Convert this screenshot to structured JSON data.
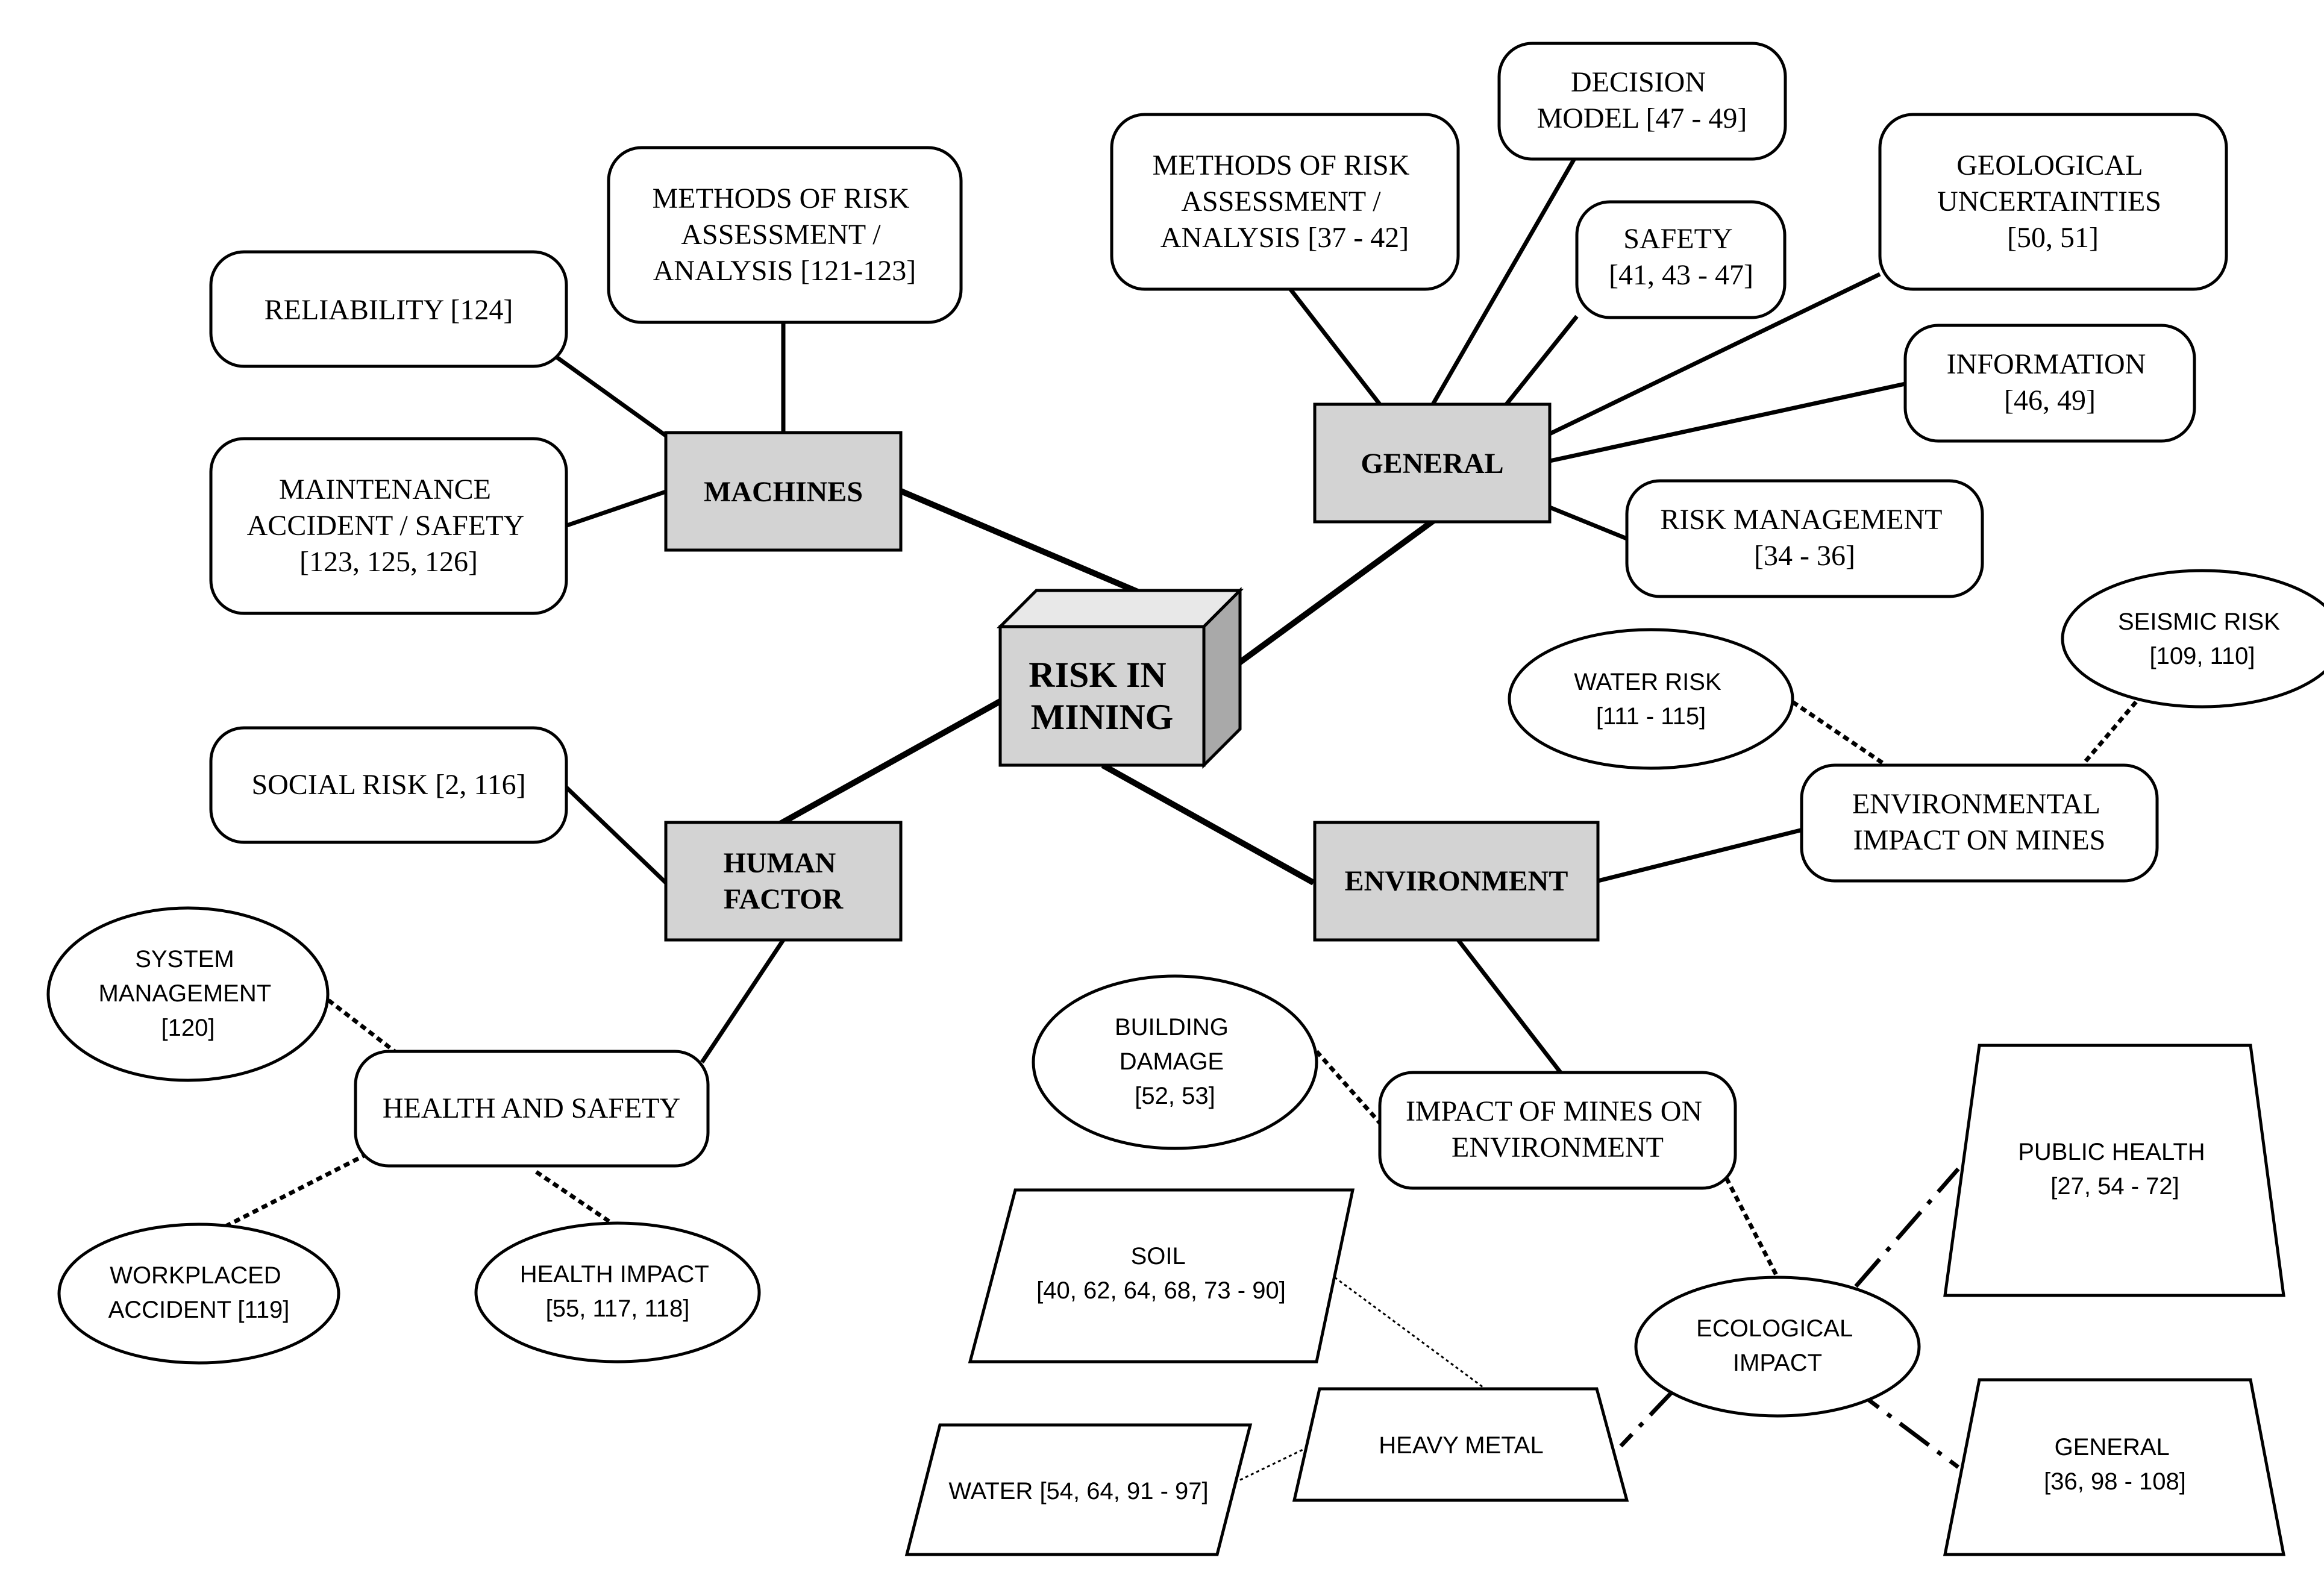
{
  "center": {
    "label_lines": [
      "RISK IN",
      "MINING"
    ]
  },
  "categories": {
    "machines": {
      "label_lines": [
        "MACHINES"
      ]
    },
    "general": {
      "label_lines": [
        "GENERAL"
      ]
    },
    "human": {
      "label_lines": [
        "HUMAN",
        "FACTOR"
      ]
    },
    "environment": {
      "label_lines": [
        "ENVIRONMENT"
      ]
    }
  },
  "nodes": {
    "machines_methods": {
      "label_lines": [
        "METHODS OF RISK",
        "ASSESSMENT /",
        "ANALYSIS [121-123]"
      ]
    },
    "reliability": {
      "label_lines": [
        "RELIABILITY [124]"
      ]
    },
    "maintenance": {
      "label_lines": [
        "MAINTENANCE",
        "ACCIDENT / SAFETY",
        "[123, 125, 126]"
      ]
    },
    "general_methods": {
      "label_lines": [
        "METHODS OF RISK",
        "ASSESSMENT /",
        "ANALYSIS [37 - 42]"
      ]
    },
    "decision_model": {
      "label_lines": [
        "DECISION",
        "MODEL [47 - 49]"
      ]
    },
    "safety": {
      "label_lines": [
        "SAFETY",
        "[41, 43 - 47]"
      ]
    },
    "geological": {
      "label_lines": [
        "GEOLOGICAL",
        "UNCERTAINTIES",
        "[50, 51]"
      ]
    },
    "information": {
      "label_lines": [
        "INFORMATION",
        "[46, 49]"
      ]
    },
    "risk_management": {
      "label_lines": [
        "RISK MANAGEMENT",
        "[34 - 36]"
      ]
    },
    "social_risk": {
      "label_lines": [
        "SOCIAL RISK [2, 116]"
      ]
    },
    "health_safety": {
      "label_lines": [
        "HEALTH AND SAFETY"
      ]
    },
    "system_management": {
      "label_lines": [
        "SYSTEM",
        "MANAGEMENT",
        "[120]"
      ]
    },
    "workplace_accident": {
      "label_lines": [
        "WORKPLACED",
        "ACCIDENT [119]"
      ]
    },
    "health_impact": {
      "label_lines": [
        "HEALTH IMPACT",
        "[55, 117, 118]"
      ]
    },
    "env_impact_mines": {
      "label_lines": [
        "ENVIRONMENTAL",
        "IMPACT ON MINES"
      ]
    },
    "water_risk": {
      "label_lines": [
        "WATER RISK",
        "[111 - 115]"
      ]
    },
    "seismic_risk": {
      "label_lines": [
        "SEISMIC RISK",
        "[109, 110]"
      ]
    },
    "impact_mines_env": {
      "label_lines": [
        "IMPACT OF MINES ON",
        "ENVIRONMENT"
      ]
    },
    "building_damage": {
      "label_lines": [
        "BUILDING",
        "DAMAGE",
        "[52, 53]"
      ]
    },
    "ecological_impact": {
      "label_lines": [
        "ECOLOGICAL",
        "IMPACT"
      ]
    },
    "public_health": {
      "label_lines": [
        "PUBLIC HEALTH",
        "[27, 54 - 72]"
      ]
    },
    "general_eco": {
      "label_lines": [
        "GENERAL",
        "[36, 98 - 108]"
      ]
    },
    "heavy_metal": {
      "label_lines": [
        "HEAVY METAL"
      ]
    },
    "soil": {
      "label_lines": [
        "SOIL",
        "[40, 62, 64, 68, 73 - 90]"
      ]
    },
    "water": {
      "label_lines": [
        "WATER [54, 64, 91 - 97]"
      ]
    }
  }
}
